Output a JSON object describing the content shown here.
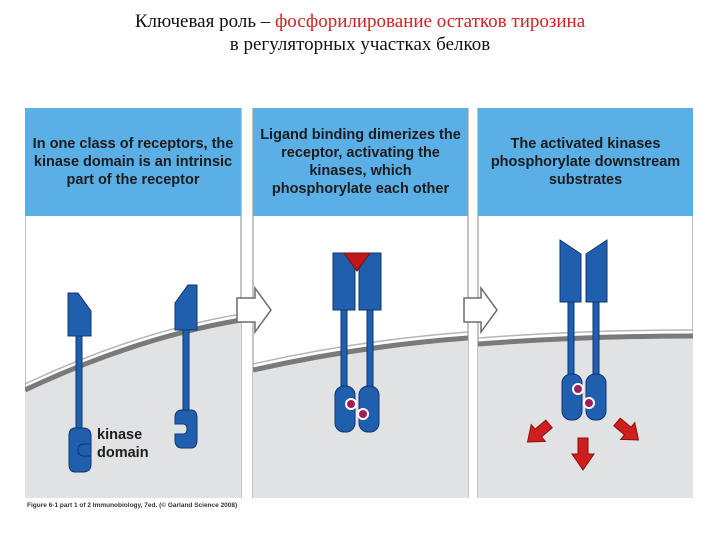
{
  "title": {
    "line1_plain": "Ключевая роль – ",
    "line1_highlight": "фосфорилирование остатков тирозина",
    "line2": "в регуляторных участках белков"
  },
  "panels": [
    {
      "caption": "In one class of receptors, the kinase domain is an intrinsic part of the receptor"
    },
    {
      "caption": "Ligand binding dimerizes the receptor, activating the kinases, which phosphorylate each other"
    },
    {
      "caption": "The activated kinases phosphorylate downstream substrates"
    }
  ],
  "labels": {
    "kinase_domain": "kinase domain"
  },
  "credit": "Figure 6-1 part 1 of 2  Immunobiology, 7ed. (© Garland Science 2008)",
  "colors": {
    "header_blue": "#5aafe6",
    "receptor_blue": "#1f5fae",
    "receptor_outline": "#0f3570",
    "cytoplasm_gray": "#e1e2e4",
    "membrane_dark": "#7a7a7a",
    "ligand_red": "#c01818",
    "phosphate": "#a31e56",
    "arrow_red": "#d01d1d"
  }
}
